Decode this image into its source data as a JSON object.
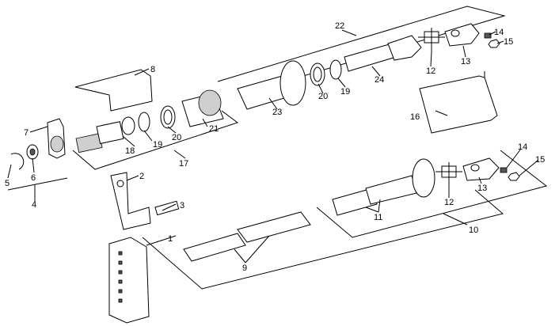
{
  "diagram": {
    "labels": [
      {
        "id": "p1",
        "text": "1"
      },
      {
        "id": "p2",
        "text": "2"
      },
      {
        "id": "p3",
        "text": "3"
      },
      {
        "id": "p4",
        "text": "4"
      },
      {
        "id": "p5",
        "text": "5"
      },
      {
        "id": "p6",
        "text": "6"
      },
      {
        "id": "p7",
        "text": "7"
      },
      {
        "id": "p8",
        "text": "8"
      },
      {
        "id": "p9",
        "text": "9"
      },
      {
        "id": "p10",
        "text": "10"
      },
      {
        "id": "p11",
        "text": "11"
      },
      {
        "id": "p12a",
        "text": "12"
      },
      {
        "id": "p12b",
        "text": "12"
      },
      {
        "id": "p13a",
        "text": "13"
      },
      {
        "id": "p13b",
        "text": "13"
      },
      {
        "id": "p14a",
        "text": "14"
      },
      {
        "id": "p14b",
        "text": "14"
      },
      {
        "id": "p15a",
        "text": "15"
      },
      {
        "id": "p15b",
        "text": "15"
      },
      {
        "id": "p16",
        "text": "16"
      },
      {
        "id": "p17",
        "text": "17"
      },
      {
        "id": "p18",
        "text": "18"
      },
      {
        "id": "p19a",
        "text": "19"
      },
      {
        "id": "p19b",
        "text": "19"
      },
      {
        "id": "p20a",
        "text": "20"
      },
      {
        "id": "p20b",
        "text": "20"
      },
      {
        "id": "p21",
        "text": "21"
      },
      {
        "id": "p22",
        "text": "22"
      },
      {
        "id": "p23",
        "text": "23"
      },
      {
        "id": "p24",
        "text": "24"
      }
    ]
  }
}
